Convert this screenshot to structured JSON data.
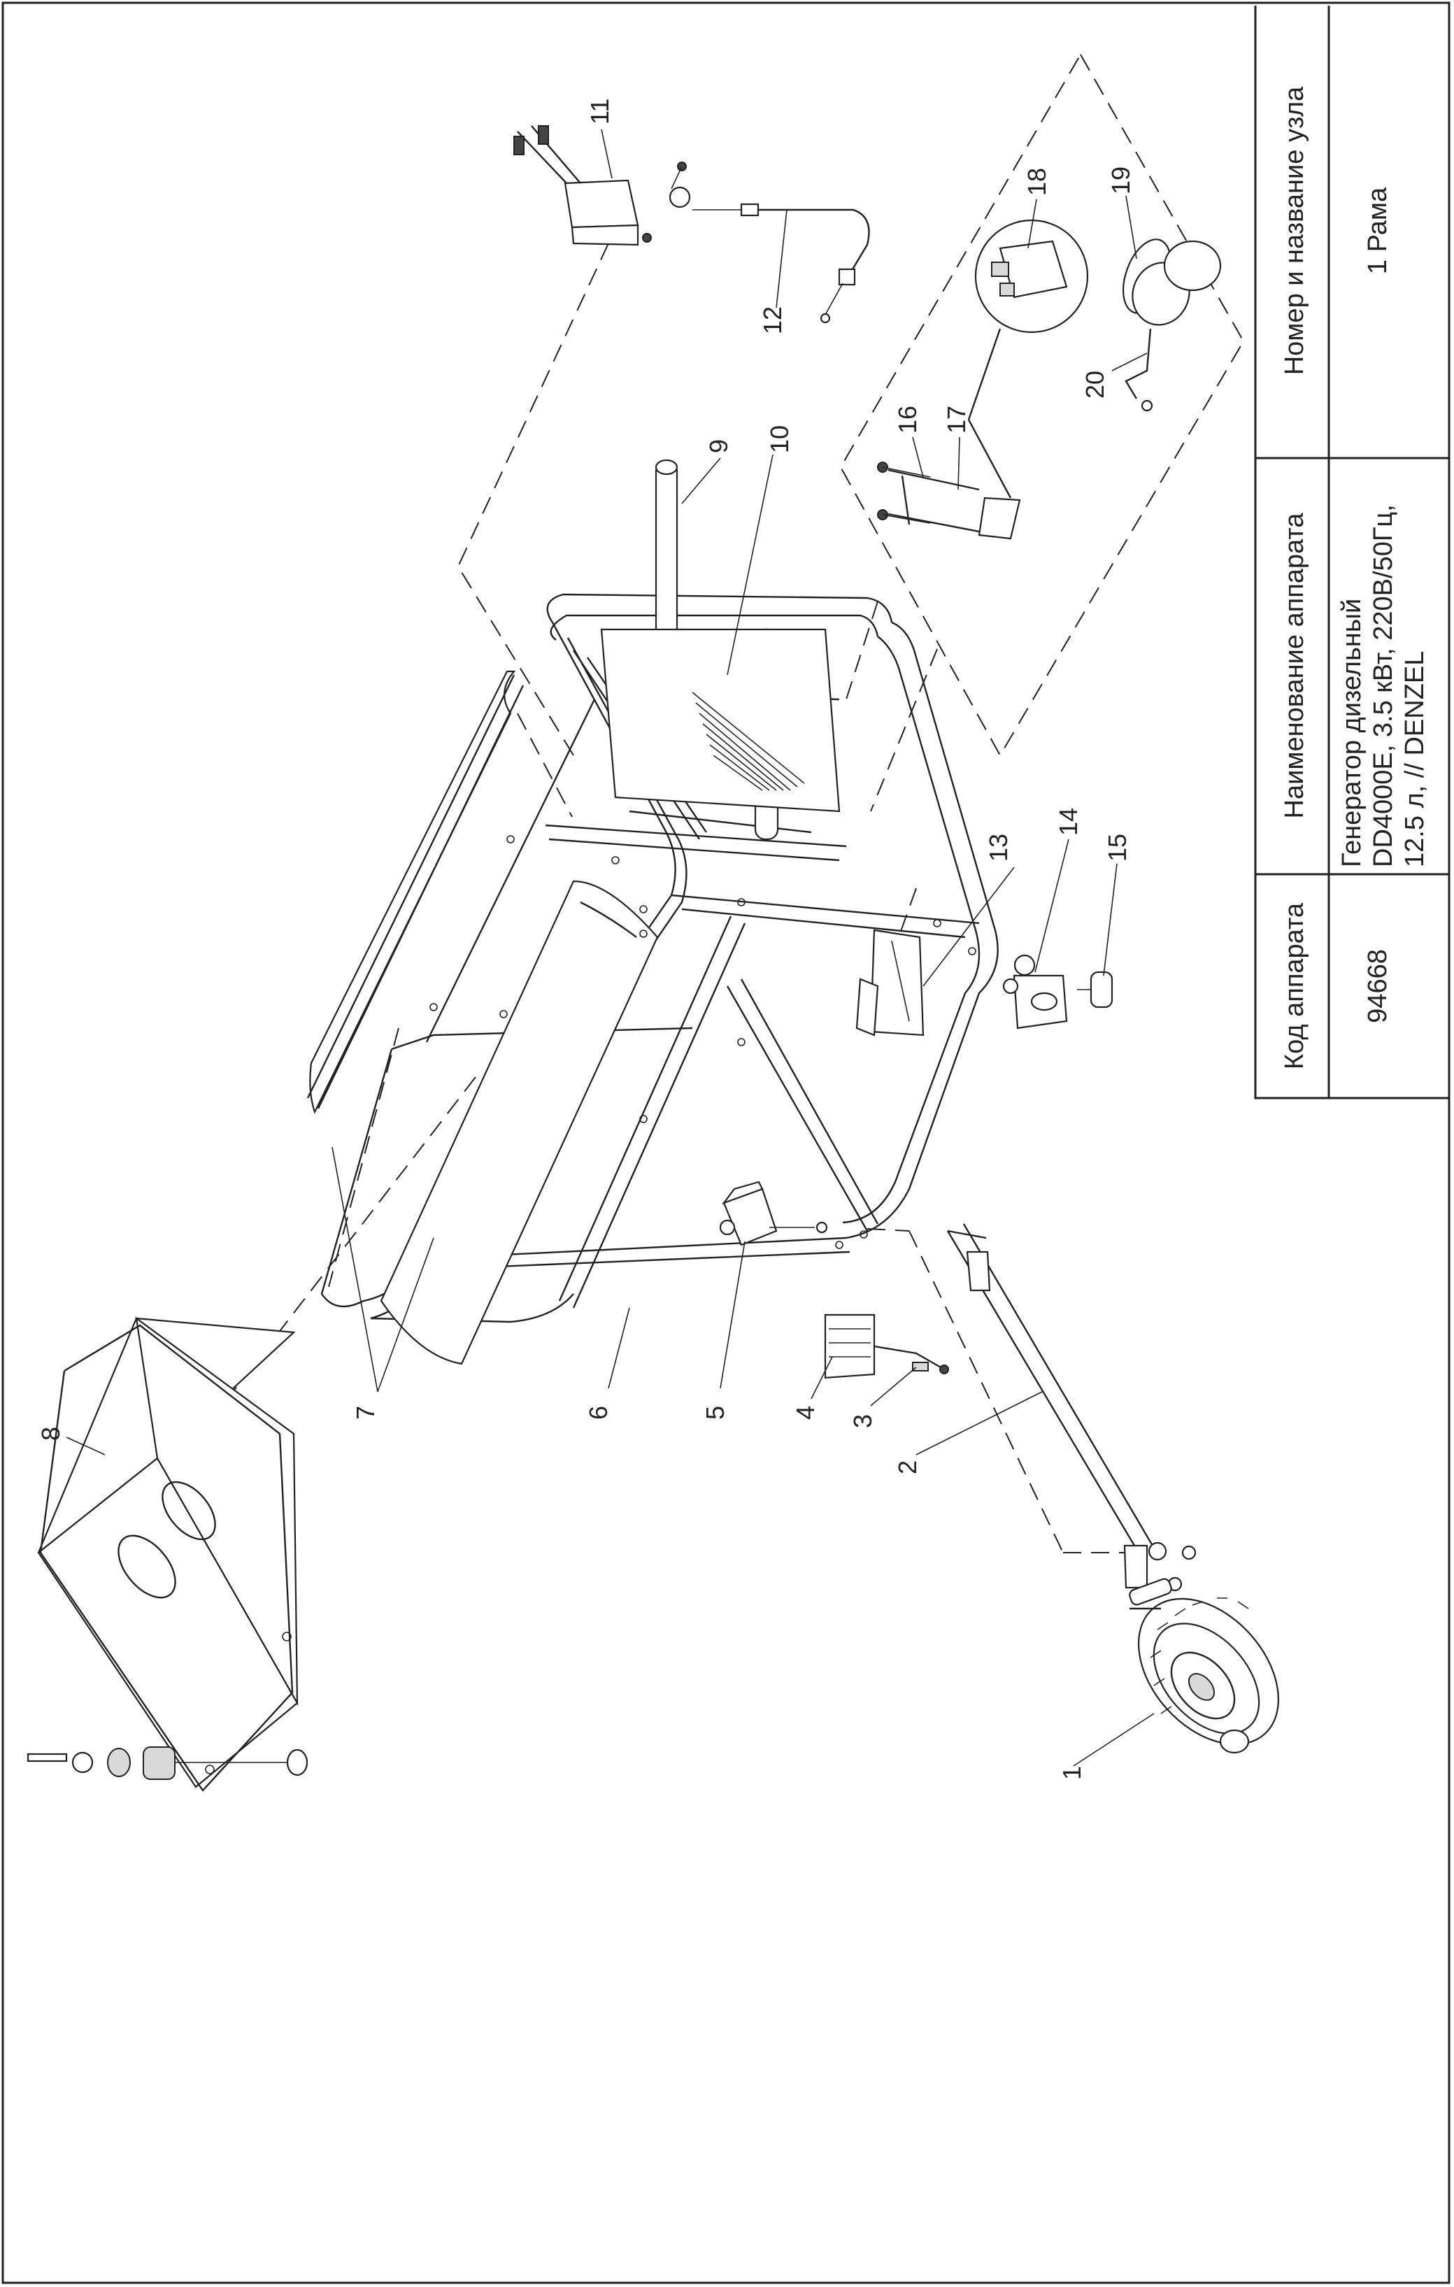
{
  "table": {
    "headers": {
      "code": "Код аппарата",
      "name": "Наименование аппарата",
      "node": "Номер и название узла"
    },
    "values": {
      "code": "94668",
      "name_line1": "Генератор дизельный",
      "name_line2": "DD4000E, 3.5 кВт, 220В/50Гц,",
      "name_line3": "12.5 л, // DENZEL",
      "node": "1 Рама"
    }
  },
  "callouts": [
    "1",
    "2",
    "3",
    "4",
    "5",
    "6",
    "7",
    "8",
    "9",
    "10",
    "11",
    "12",
    "13",
    "14",
    "15",
    "16",
    "17",
    "18",
    "19",
    "20"
  ]
}
